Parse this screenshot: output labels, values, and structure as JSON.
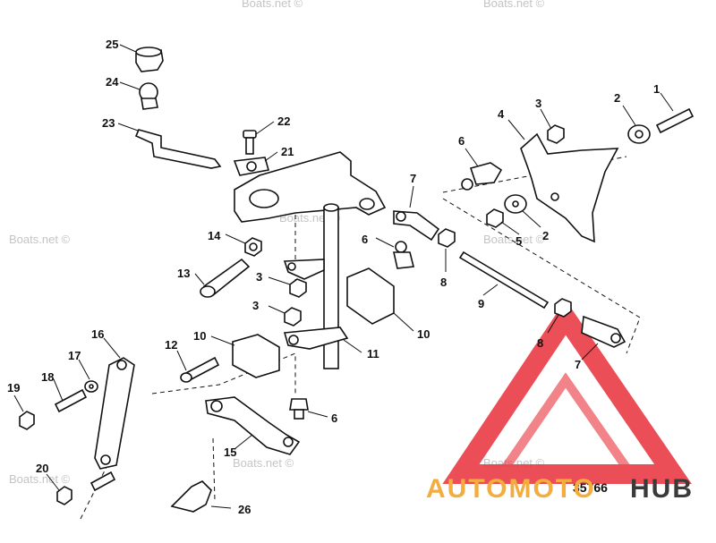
{
  "diagram": {
    "callouts": [
      "25",
      "24",
      "23",
      "22",
      "21",
      "14",
      "13",
      "3",
      "3",
      "10",
      "12",
      "16",
      "17",
      "18",
      "19",
      "20",
      "26",
      "15",
      "6",
      "11",
      "10",
      "8",
      "6",
      "7",
      "9",
      "8",
      "7",
      "5",
      "2",
      "6",
      "4",
      "3",
      "2",
      "1"
    ],
    "figure_number": "35766",
    "watermark": "Boats.net ©",
    "brand": {
      "part1": "AUTOMOTO",
      "part2": "HUB",
      "color_primary": "#f2ad3e",
      "color_secondary": "#3a3a3a",
      "logo_color": "#e8303a"
    }
  }
}
